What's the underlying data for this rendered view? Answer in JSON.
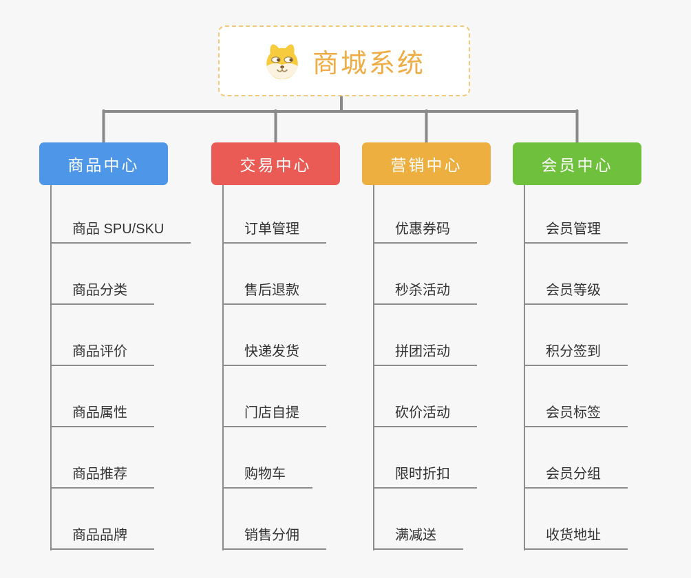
{
  "root": {
    "title": "商城系统",
    "icon": "doge-icon"
  },
  "branches": [
    {
      "label": "商品中心",
      "color": "#4d96e8",
      "items": [
        "商品 SPU/SKU",
        "商品分类",
        "商品评价",
        "商品属性",
        "商品推荐",
        "商品品牌"
      ]
    },
    {
      "label": "交易中心",
      "color": "#ea5b55",
      "items": [
        "订单管理",
        "售后退款",
        "快递发货",
        "门店自提",
        "购物车",
        "销售分佣"
      ]
    },
    {
      "label": "营销中心",
      "color": "#ecaf40",
      "items": [
        "优惠券码",
        "秒杀活动",
        "拼团活动",
        "砍价活动",
        "限时折扣",
        "满减送"
      ]
    },
    {
      "label": "会员中心",
      "color": "#6fc13d",
      "items": [
        "会员管理",
        "会员等级",
        "积分签到",
        "会员标签",
        "会员分组",
        "收货地址"
      ]
    }
  ],
  "colors": {
    "connector": "#8a8a8a",
    "leaf_line": "#8c8c8c",
    "root_border": "#f3c878",
    "root_text": "#f0ac44",
    "leaf_text": "#333333",
    "background": "#f7f7f7"
  }
}
